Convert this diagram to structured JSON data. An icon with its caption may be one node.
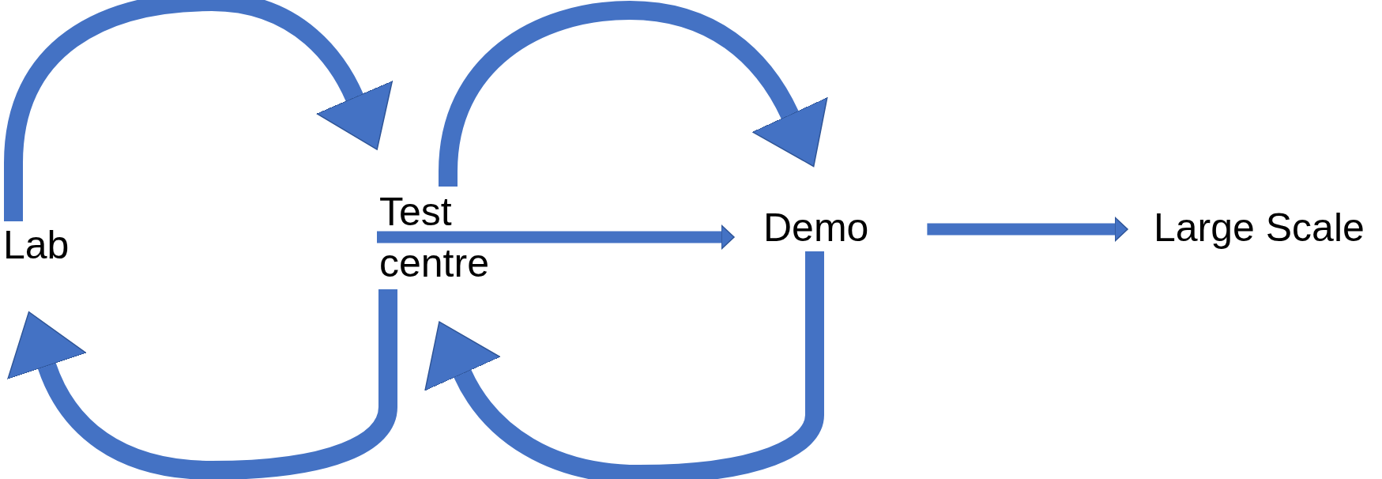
{
  "diagram": {
    "nodes": [
      {
        "text": [
          "Lab"
        ]
      },
      {
        "text": [
          "Test centre"
        ]
      },
      {
        "text": [
          "Demo"
        ]
      },
      {
        "text": [
          "Large Scale"
        ]
      }
    ],
    "edges": [
      {
        "from": 0,
        "to": 1,
        "arrow": "to"
      },
      {
        "from": 1,
        "to": 0,
        "arrow": "to"
      },
      {
        "from": 1,
        "to": 2,
        "arrow": "to"
      },
      {
        "from": 2,
        "to": 1,
        "arrow": "to"
      },
      {
        "from": 1,
        "to": 2,
        "arrow": "to"
      },
      {
        "from": 2,
        "to": 3,
        "arrow": "to"
      }
    ]
  }
}
